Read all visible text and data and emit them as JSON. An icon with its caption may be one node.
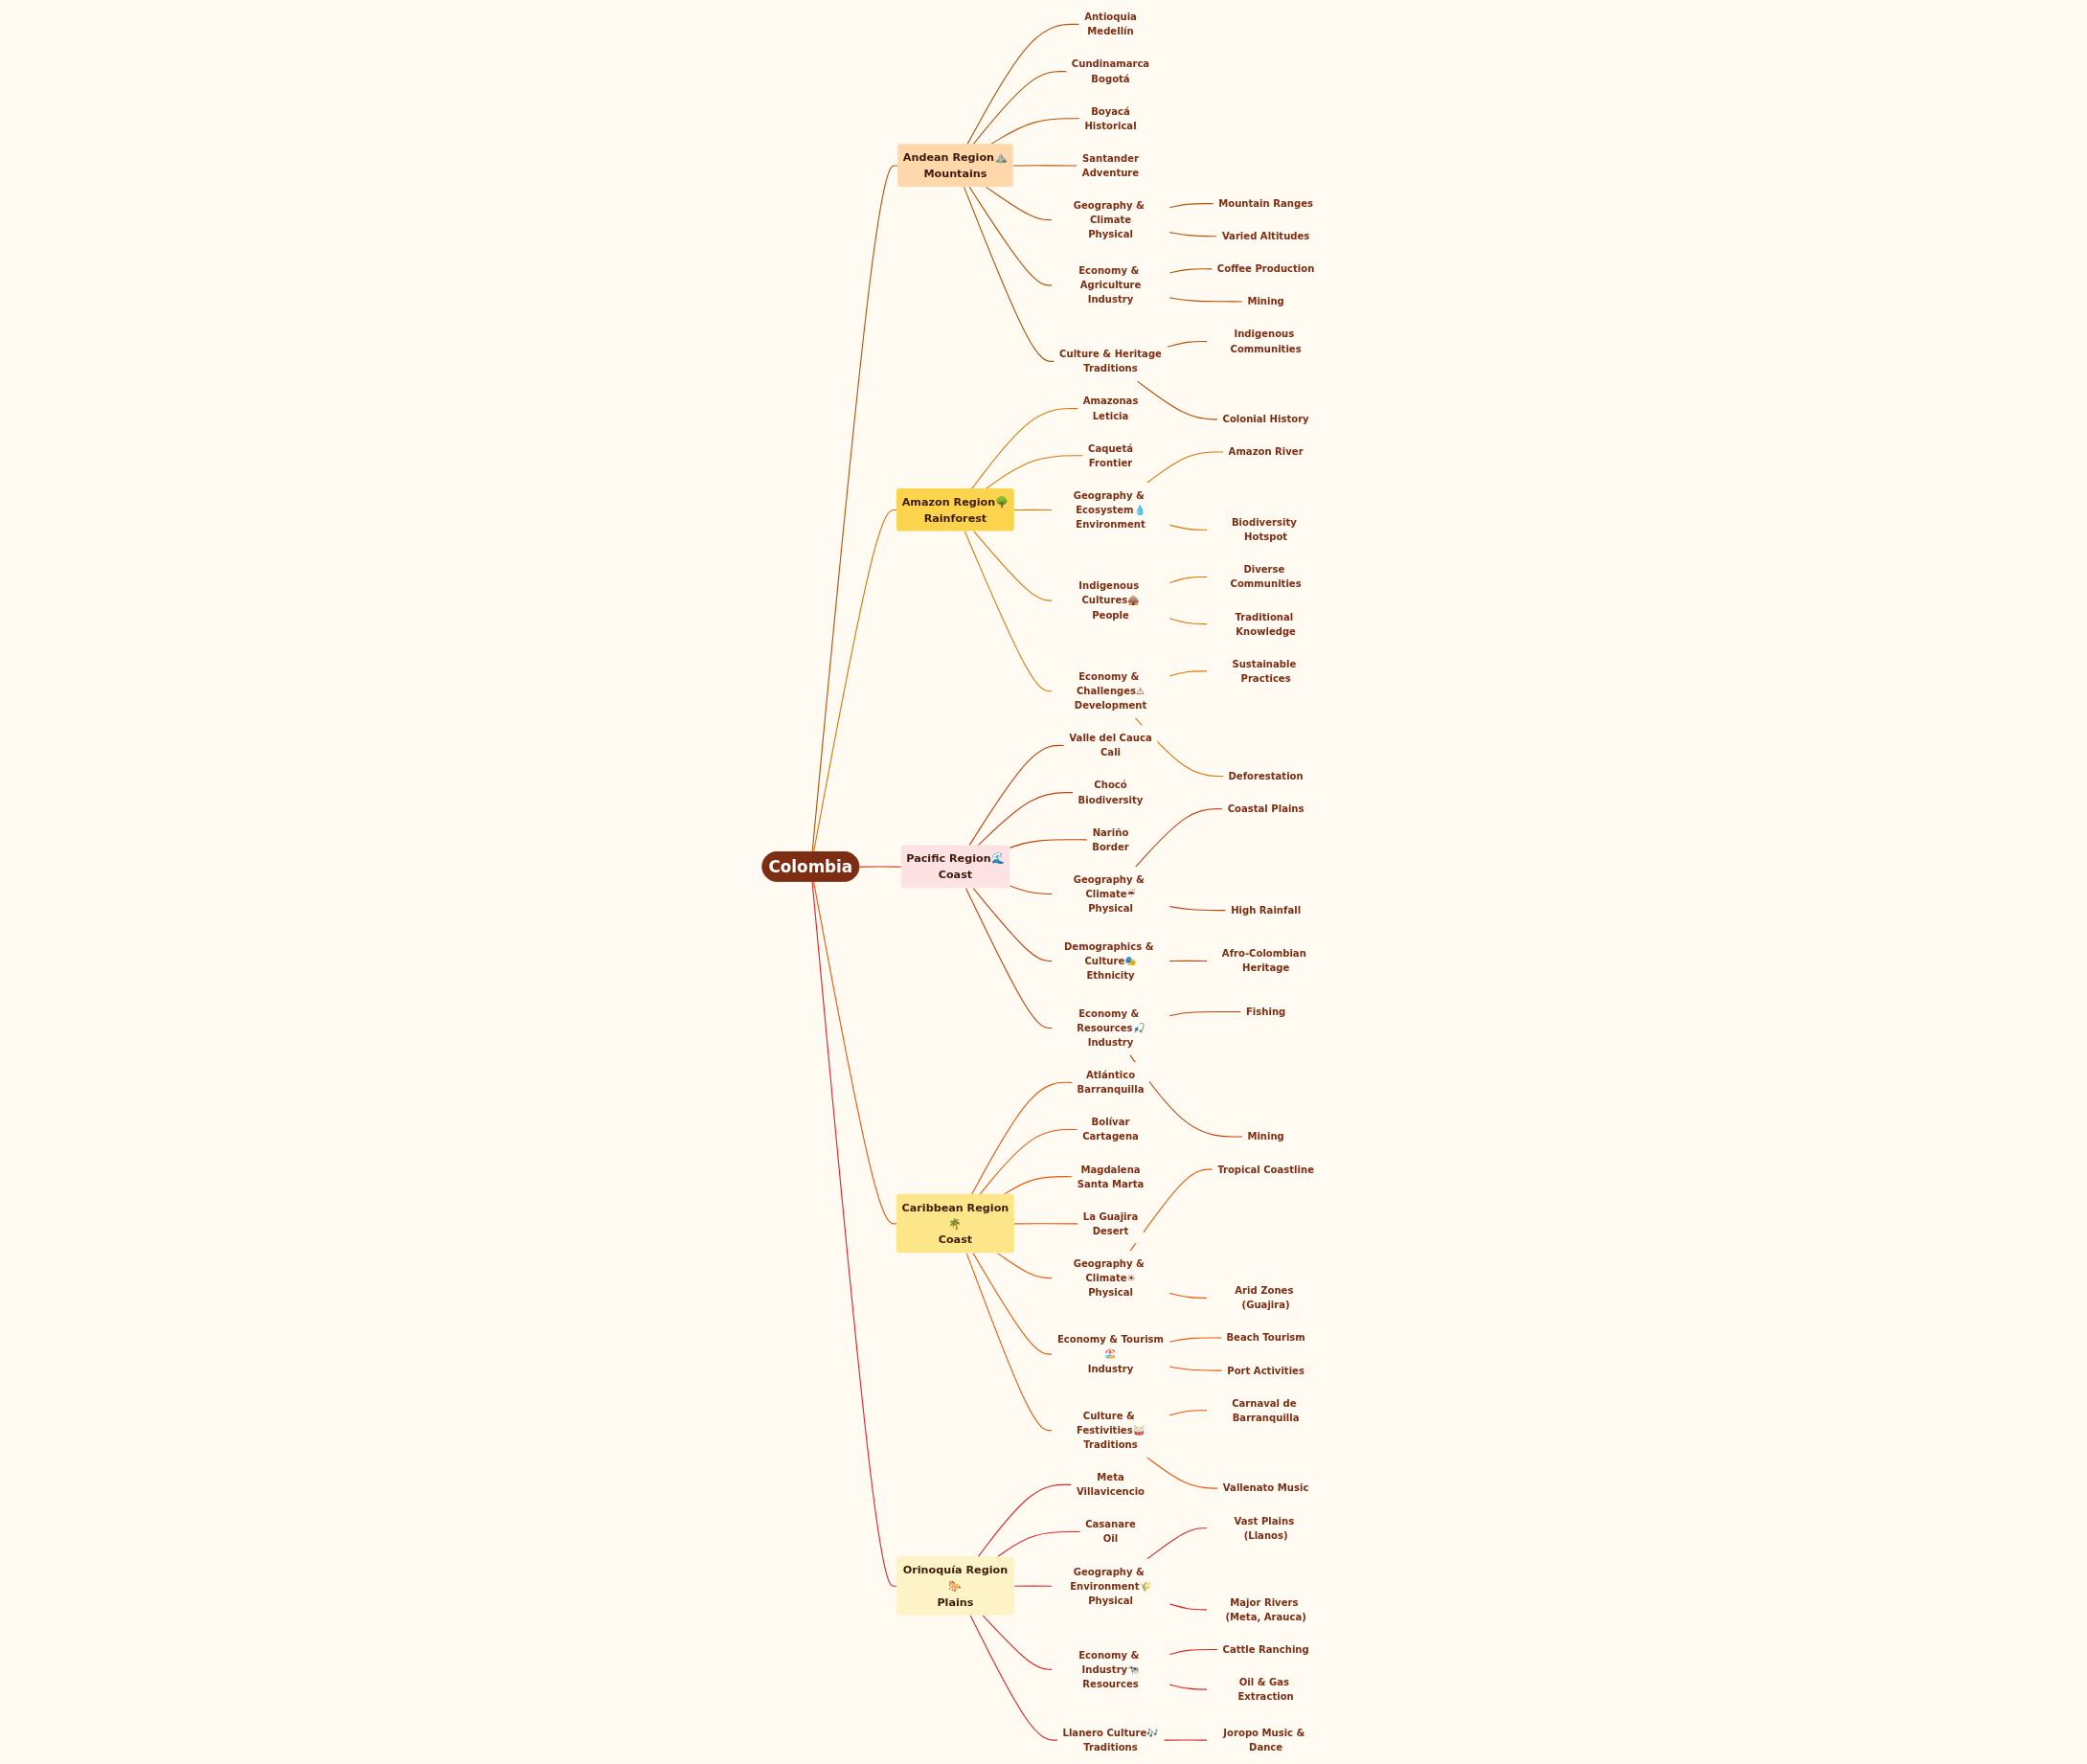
{
  "diagram": {
    "nodes": [
      {
        "text": [
          "Colombia"
        ]
      },
      {
        "text": [
          "Andean Region⛰️",
          "Mountains"
        ]
      },
      {
        "text": [
          "Antioquia",
          "Medellín"
        ]
      },
      {
        "text": [
          "Cundinamarca",
          "Bogotá"
        ]
      },
      {
        "text": [
          "Boyacá",
          "Historical"
        ]
      },
      {
        "text": [
          "Santander",
          "Adventure"
        ]
      },
      {
        "text": [
          "Geography & Climate",
          "Physical"
        ]
      },
      {
        "text": [
          "Mountain Ranges"
        ]
      },
      {
        "text": [
          "Varied Altitudes"
        ]
      },
      {
        "text": [
          "Economy & Agriculture",
          "Industry"
        ]
      },
      {
        "text": [
          "Coffee Production"
        ]
      },
      {
        "text": [
          "Mining"
        ]
      },
      {
        "text": [
          "Culture & Heritage",
          "Traditions"
        ]
      },
      {
        "text": [
          "Indigenous Communities"
        ]
      },
      {
        "text": [
          "Colonial History"
        ]
      },
      {
        "text": [
          "Amazon Region🌳",
          "Rainforest"
        ]
      },
      {
        "text": [
          "Amazonas",
          "Leticia"
        ]
      },
      {
        "text": [
          "Caquetá",
          "Frontier"
        ]
      },
      {
        "text": [
          "Geography & Ecosystem💧",
          "Environment"
        ]
      },
      {
        "text": [
          "Amazon River"
        ]
      },
      {
        "text": [
          "Biodiversity Hotspot"
        ]
      },
      {
        "text": [
          "Indigenous Cultures🛖",
          "People"
        ]
      },
      {
        "text": [
          "Diverse Communities"
        ]
      },
      {
        "text": [
          "Traditional Knowledge"
        ]
      },
      {
        "text": [
          "Economy & Challenges⚠",
          "Development"
        ]
      },
      {
        "text": [
          "Sustainable Practices"
        ]
      },
      {
        "text": [
          "Deforestation"
        ]
      },
      {
        "text": [
          "Pacific Region🌊",
          "Coast"
        ]
      },
      {
        "text": [
          "Valle del Cauca",
          "Cali"
        ]
      },
      {
        "text": [
          "Chocó",
          "Biodiversity"
        ]
      },
      {
        "text": [
          "Nariño",
          "Border"
        ]
      },
      {
        "text": [
          "Geography & Climate☔",
          "Physical"
        ]
      },
      {
        "text": [
          "Coastal Plains"
        ]
      },
      {
        "text": [
          "High Rainfall"
        ]
      },
      {
        "text": [
          "Demographics & Culture🎭",
          "Ethnicity"
        ]
      },
      {
        "text": [
          "Afro-Colombian Heritage"
        ]
      },
      {
        "text": [
          "Economy & Resources🎣",
          "Industry"
        ]
      },
      {
        "text": [
          "Fishing"
        ]
      },
      {
        "text": [
          "Mining"
        ]
      },
      {
        "text": [
          "Caribbean Region🌴",
          "Coast"
        ]
      },
      {
        "text": [
          "Atlántico",
          "Barranquilla"
        ]
      },
      {
        "text": [
          "Bolívar",
          "Cartagena"
        ]
      },
      {
        "text": [
          "Magdalena",
          "Santa Marta"
        ]
      },
      {
        "text": [
          "La Guajira",
          "Desert"
        ]
      },
      {
        "text": [
          "Geography & Climate☀",
          "Physical"
        ]
      },
      {
        "text": [
          "Tropical Coastline"
        ]
      },
      {
        "text": [
          "Arid Zones (Guajira)"
        ]
      },
      {
        "text": [
          "Economy & Tourism🏖️",
          "Industry"
        ]
      },
      {
        "text": [
          "Beach Tourism"
        ]
      },
      {
        "text": [
          "Port Activities"
        ]
      },
      {
        "text": [
          "Culture & Festivities🥁",
          "Traditions"
        ]
      },
      {
        "text": [
          "Carnaval de Barranquilla"
        ]
      },
      {
        "text": [
          "Vallenato Music"
        ]
      },
      {
        "text": [
          "Orinoquía Region🐎",
          "Plains"
        ]
      },
      {
        "text": [
          "Meta",
          "Villavicencio"
        ]
      },
      {
        "text": [
          "Casanare",
          "Oil"
        ]
      },
      {
        "text": [
          "Geography & Environment🌾",
          "Physical"
        ]
      },
      {
        "text": [
          "Vast Plains (Llanos)"
        ]
      },
      {
        "text": [
          "Major Rivers (Meta, Arauca)"
        ]
      },
      {
        "text": [
          "Economy & Industry🐄",
          "Resources"
        ]
      },
      {
        "text": [
          "Cattle Ranching"
        ]
      },
      {
        "text": [
          "Oil & Gas Extraction"
        ]
      },
      {
        "text": [
          "Llanero Culture🎶",
          "Traditions"
        ]
      },
      {
        "text": [
          "Joropo Music & Dance"
        ]
      }
    ],
    "edges": [
      {
        "from": 0,
        "to": 1,
        "arrow": "none",
        "color": "#b45309"
      },
      {
        "from": 1,
        "to": 2,
        "arrow": "none",
        "color": "#b45309"
      },
      {
        "from": 1,
        "to": 3,
        "arrow": "none",
        "color": "#b45309"
      },
      {
        "from": 1,
        "to": 4,
        "arrow": "none",
        "color": "#b45309"
      },
      {
        "from": 1,
        "to": 5,
        "arrow": "none",
        "color": "#b45309"
      },
      {
        "from": 1,
        "to": 6,
        "arrow": "none",
        "color": "#b45309"
      },
      {
        "from": 6,
        "to": 7,
        "arrow": "none",
        "color": "#b45309"
      },
      {
        "from": 6,
        "to": 8,
        "arrow": "none",
        "color": "#b45309"
      },
      {
        "from": 1,
        "to": 9,
        "arrow": "none",
        "color": "#b45309"
      },
      {
        "from": 9,
        "to": 10,
        "arrow": "none",
        "color": "#b45309"
      },
      {
        "from": 9,
        "to": 11,
        "arrow": "none",
        "color": "#b45309"
      },
      {
        "from": 1,
        "to": 12,
        "arrow": "none",
        "color": "#b45309"
      },
      {
        "from": 12,
        "to": 13,
        "arrow": "none",
        "color": "#b45309"
      },
      {
        "from": 12,
        "to": 14,
        "arrow": "none",
        "color": "#b45309"
      },
      {
        "from": 0,
        "to": 15,
        "arrow": "none",
        "color": "#d97706"
      },
      {
        "from": 15,
        "to": 16,
        "arrow": "none",
        "color": "#d97706"
      },
      {
        "from": 15,
        "to": 17,
        "arrow": "none",
        "color": "#d97706"
      },
      {
        "from": 15,
        "to": 18,
        "arrow": "none",
        "color": "#d97706"
      },
      {
        "from": 18,
        "to": 19,
        "arrow": "none",
        "color": "#d97706"
      },
      {
        "from": 18,
        "to": 20,
        "arrow": "none",
        "color": "#d97706"
      },
      {
        "from": 15,
        "to": 21,
        "arrow": "none",
        "color": "#d97706"
      },
      {
        "from": 21,
        "to": 22,
        "arrow": "none",
        "color": "#d97706"
      },
      {
        "from": 21,
        "to": 23,
        "arrow": "none",
        "color": "#d97706"
      },
      {
        "from": 15,
        "to": 24,
        "arrow": "none",
        "color": "#d97706"
      },
      {
        "from": 24,
        "to": 25,
        "arrow": "none",
        "color": "#d97706"
      },
      {
        "from": 24,
        "to": 26,
        "arrow": "none",
        "color": "#d97706"
      },
      {
        "from": 0,
        "to": 27,
        "arrow": "none",
        "color": "#c2410c"
      },
      {
        "from": 27,
        "to": 28,
        "arrow": "none",
        "color": "#c2410c"
      },
      {
        "from": 27,
        "to": 29,
        "arrow": "none",
        "color": "#c2410c"
      },
      {
        "from": 27,
        "to": 30,
        "arrow": "none",
        "color": "#c2410c"
      },
      {
        "from": 27,
        "to": 31,
        "arrow": "none",
        "color": "#c2410c"
      },
      {
        "from": 31,
        "to": 32,
        "arrow": "none",
        "color": "#c2410c"
      },
      {
        "from": 31,
        "to": 33,
        "arrow": "none",
        "color": "#c2410c"
      },
      {
        "from": 27,
        "to": 34,
        "arrow": "none",
        "color": "#c2410c"
      },
      {
        "from": 34,
        "to": 35,
        "arrow": "none",
        "color": "#c2410c"
      },
      {
        "from": 27,
        "to": 36,
        "arrow": "none",
        "color": "#c2410c"
      },
      {
        "from": 36,
        "to": 37,
        "arrow": "none",
        "color": "#c2410c"
      },
      {
        "from": 36,
        "to": 38,
        "arrow": "none",
        "color": "#c2410c"
      },
      {
        "from": 0,
        "to": 39,
        "arrow": "none",
        "color": "#ea580c"
      },
      {
        "from": 39,
        "to": 40,
        "arrow": "none",
        "color": "#ea580c"
      },
      {
        "from": 39,
        "to": 41,
        "arrow": "none",
        "color": "#ea580c"
      },
      {
        "from": 39,
        "to": 42,
        "arrow": "none",
        "color": "#ea580c"
      },
      {
        "from": 39,
        "to": 43,
        "arrow": "none",
        "color": "#ea580c"
      },
      {
        "from": 39,
        "to": 44,
        "arrow": "none",
        "color": "#ea580c"
      },
      {
        "from": 44,
        "to": 45,
        "arrow": "none",
        "color": "#ea580c"
      },
      {
        "from": 44,
        "to": 46,
        "arrow": "none",
        "color": "#ea580c"
      },
      {
        "from": 39,
        "to": 47,
        "arrow": "none",
        "color": "#ea580c"
      },
      {
        "from": 47,
        "to": 48,
        "arrow": "none",
        "color": "#ea580c"
      },
      {
        "from": 47,
        "to": 49,
        "arrow": "none",
        "color": "#ea580c"
      },
      {
        "from": 39,
        "to": 50,
        "arrow": "none",
        "color": "#ea580c"
      },
      {
        "from": 50,
        "to": 51,
        "arrow": "none",
        "color": "#ea580c"
      },
      {
        "from": 50,
        "to": 52,
        "arrow": "none",
        "color": "#ea580c"
      },
      {
        "from": 0,
        "to": 53,
        "arrow": "none",
        "color": "#dc2626"
      },
      {
        "from": 53,
        "to": 54,
        "arrow": "none",
        "color": "#dc2626"
      },
      {
        "from": 53,
        "to": 55,
        "arrow": "none",
        "color": "#dc2626"
      },
      {
        "from": 53,
        "to": 56,
        "arrow": "none",
        "color": "#dc2626"
      },
      {
        "from": 56,
        "to": 57,
        "arrow": "none",
        "color": "#dc2626"
      },
      {
        "from": 56,
        "to": 58,
        "arrow": "none",
        "color": "#dc2626"
      },
      {
        "from": 53,
        "to": 59,
        "arrow": "none",
        "color": "#dc2626"
      },
      {
        "from": 59,
        "to": 60,
        "arrow": "none",
        "color": "#dc2626"
      },
      {
        "from": 59,
        "to": 61,
        "arrow": "none",
        "color": "#dc2626"
      },
      {
        "from": 53,
        "to": 62,
        "arrow": "none",
        "color": "#dc2626"
      },
      {
        "from": 62,
        "to": 63,
        "arrow": "none",
        "color": "#dc2626"
      }
    ]
  }
}
